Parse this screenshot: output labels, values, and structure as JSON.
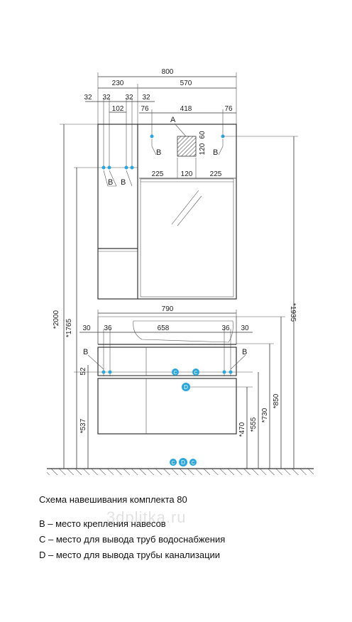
{
  "dimensions": {
    "total_width": "800",
    "cabinet_width": "230",
    "mirror_width": "570",
    "c32a": "32",
    "c32b": "32",
    "c32c": "32",
    "c32d": "32",
    "hook_span": "102",
    "m76_left": "76",
    "m76_right": "76",
    "m418": "418",
    "m225_left": "225",
    "m120": "120",
    "m225_right": "225",
    "socket_60": "60",
    "socket_120": "120",
    "basin_790": "790",
    "b30_left": "30",
    "b36_left": "36",
    "b658": "658",
    "b36_right": "36",
    "b30_right": "30",
    "v2000": "*2000",
    "v1765": "*1765",
    "v1935": "*1935",
    "v52": "52",
    "v537": "*537",
    "v470": "*470",
    "v555": "*555",
    "v730": "*730",
    "v850": "*850"
  },
  "markers": {
    "a": "A",
    "b": "B",
    "c": "C",
    "d": "D"
  },
  "colors": {
    "marker_blue": "#2aa6dd",
    "line": "#333333"
  },
  "caption": {
    "title": "Схема навешивания комплекта 80",
    "legend_b": "В – место крепления навесов",
    "legend_c": "С – место для вывода труб водоснабжения",
    "legend_d": "D – место для вывода трубы канализации"
  },
  "watermark": "3dplitka.ru"
}
